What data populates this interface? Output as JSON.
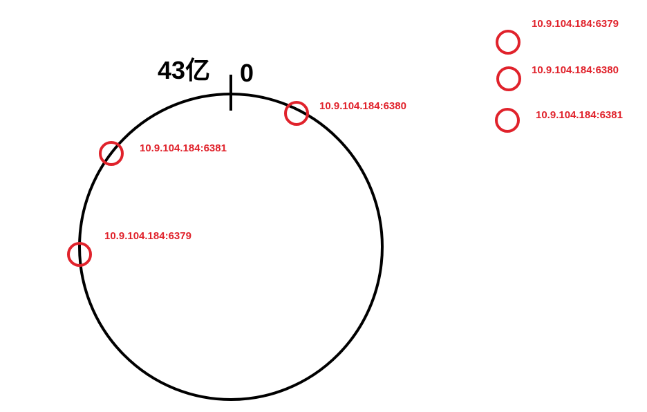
{
  "colors": {
    "ring": "#000000",
    "node": "#e0222b",
    "node_label": "#e0222b",
    "background": "#ffffff"
  },
  "ring": {
    "max_label": "43亿",
    "zero_label": "0"
  },
  "ring_nodes": [
    {
      "label": "10.9.104.184:6380"
    },
    {
      "label": "10.9.104.184:6381"
    },
    {
      "label": "10.9.104.184:6379"
    }
  ],
  "legend_nodes": [
    {
      "label": "10.9.104.184:6379"
    },
    {
      "label": "10.9.104.184:6380"
    },
    {
      "label": "10.9.104.184:6381"
    }
  ]
}
